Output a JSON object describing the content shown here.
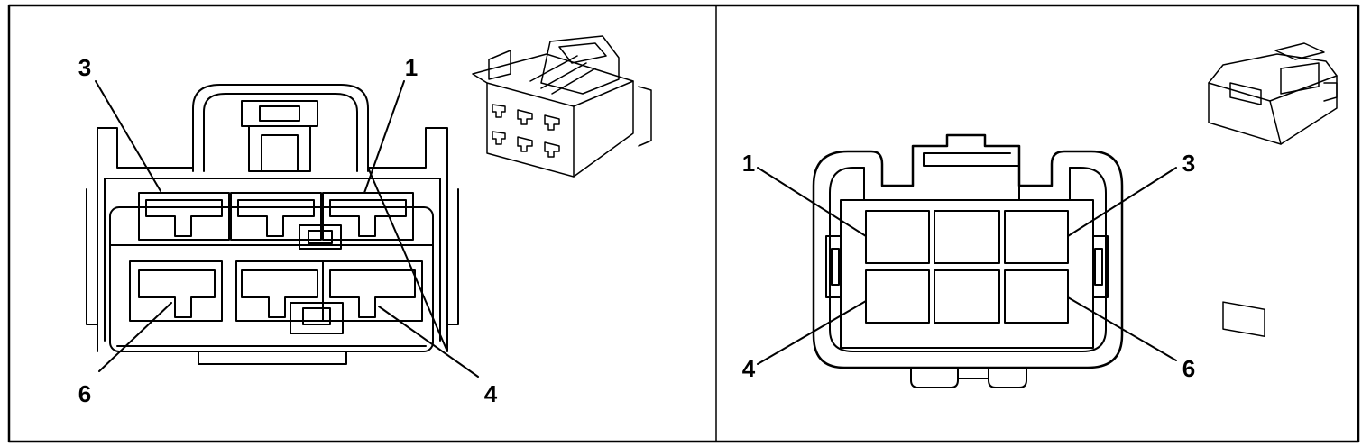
{
  "harness_end_view": {
    "pin_labels": {
      "p1": "1",
      "p3": "3",
      "p4": "4",
      "p6": "6"
    }
  },
  "component_end_view": {
    "pin_labels": {
      "p1": "1",
      "p3": "3",
      "p4": "4",
      "p6": "6"
    }
  },
  "colors": {
    "line": "#000000",
    "background": "#ffffff"
  }
}
